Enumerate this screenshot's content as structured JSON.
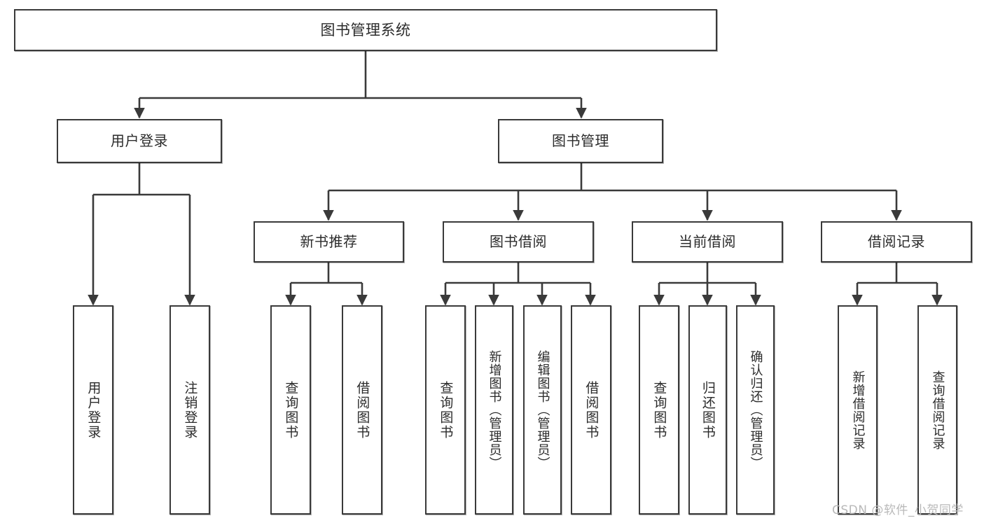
{
  "diagram": {
    "title": "图书管理系统",
    "type": "hierarchy-tree",
    "watermark": "CSDN @软件_小贺同学",
    "colors": {
      "box_border": "#3a3a3a",
      "box_fill": "#ffffff",
      "connector": "#3a3a3a",
      "text": "#2b2b2b",
      "watermark": "#b9b9b9"
    },
    "nodes": {
      "root": {
        "label": "图书管理系统"
      },
      "level2": [
        {
          "label": "用户登录"
        },
        {
          "label": "图书管理"
        }
      ],
      "level3": [
        {
          "label": "新书推荐"
        },
        {
          "label": "图书借阅"
        },
        {
          "label": "当前借阅"
        },
        {
          "label": "借阅记录"
        }
      ],
      "leaves": {
        "user_login": [
          {
            "label": "用户登录"
          },
          {
            "label": "注销登录"
          }
        ],
        "new_book_recommend": [
          {
            "label": "查询图书"
          },
          {
            "label": "借阅图书"
          }
        ],
        "book_borrow": [
          {
            "label": "查询图书"
          },
          {
            "label": "新增图书（管理员）"
          },
          {
            "label": "编辑图书（管理员）"
          },
          {
            "label": "借阅图书"
          }
        ],
        "current_borrow": [
          {
            "label": "查询图书"
          },
          {
            "label": "归还图书"
          },
          {
            "label": "确认归还（管理员）"
          }
        ],
        "borrow_record": [
          {
            "label": "新增借阅记录"
          },
          {
            "label": "查询借阅记录"
          }
        ]
      }
    }
  }
}
